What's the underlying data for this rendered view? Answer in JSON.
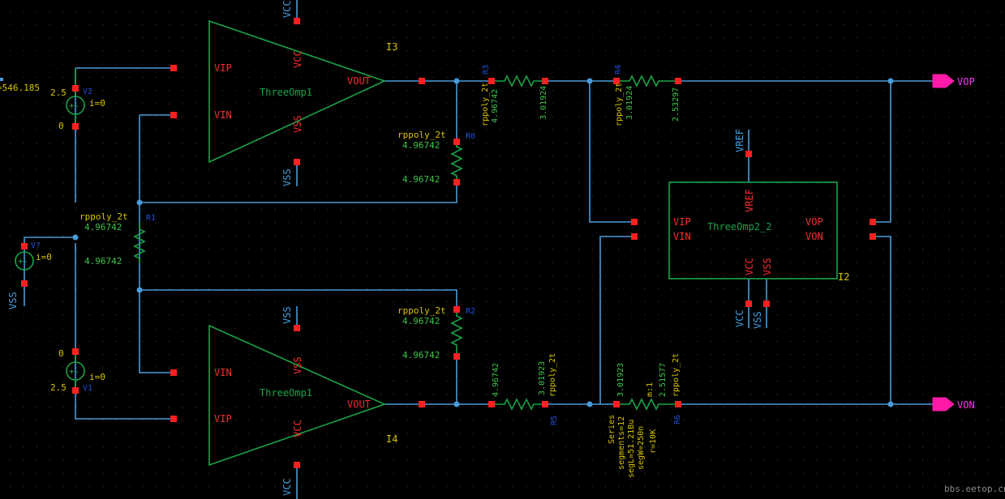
{
  "colors": {
    "background": "#000000",
    "grid_dot": "#3a3a3a",
    "wire": "#4a9bd8",
    "component": "#1aa348",
    "pin": "#ff2020",
    "pin_label": "#ff2a2a",
    "instance": "#d8c400",
    "param": "#3ec44a",
    "inst_name": "#2050d8",
    "net_label": "#46a0e0",
    "port": "#ff1aa8",
    "port_label": "#ff30ff",
    "watermark": "#8a8a8a"
  },
  "opamp_top": {
    "cell": "ThreeOmp1",
    "pin_vip": "VIP",
    "pin_vin": "VIN",
    "pin_vcc": "VCC",
    "pin_vss": "VSS",
    "pin_vout": "VOUT",
    "inst": "I3",
    "top_net": "VCC",
    "bottom_net": "VSS"
  },
  "opamp_bot": {
    "cell": "ThreeOmp1",
    "pin_vin": "VIN",
    "pin_vip": "VIP",
    "pin_vss": "VSS",
    "pin_vcc": "VCC",
    "pin_vout": "VOUT",
    "inst": "I4",
    "top_net": "VSS",
    "bottom_net": "VCC"
  },
  "opamp_diff": {
    "cell": "ThreeOmp2_2",
    "pin_vip": "VIP",
    "pin_vin": "VIN",
    "pin_vop": "VOP",
    "pin_von": "VON",
    "pin_vref": "VREF",
    "pin_vcc": "VCC",
    "pin_vss": "VSS",
    "inst": "I2",
    "net_vref": "VREF",
    "net_vcc": "VCC",
    "net_vss": "VSS"
  },
  "r0": {
    "name": "R0",
    "model": "rppoly_2t",
    "p1": "4.96742",
    "p2": "4.96742"
  },
  "r1": {
    "name": "R1",
    "model": "rppoly_2t",
    "p1": "4.96742",
    "p2": "4.96742"
  },
  "r2": {
    "name": "R2",
    "model": "rppoly_2t",
    "p1": "4.96742",
    "p2": "4.96742"
  },
  "r3": {
    "name": "R3",
    "model": "rppoly_2t",
    "p1": "4.96742",
    "p2": "3.01924"
  },
  "r4": {
    "name": "R4",
    "model": "rppoly_2t",
    "p1": "3.01924",
    "p2": "2.53297"
  },
  "r5": {
    "name": "R5",
    "model": "rppoly_2t",
    "p1": "4.96742",
    "p2": "3.01923"
  },
  "r6": {
    "name": "R6",
    "model": "rppoly_2t",
    "p1": "3.01923",
    "p2": "2.51577",
    "m": "m:1",
    "props": [
      "Series",
      "segments=12",
      "segL=51.21Bu",
      "segW=250n",
      "r=10K"
    ]
  },
  "v2": {
    "name": "V2",
    "pre": "=546.185",
    "volt": "2.5",
    "cur": "i=0",
    "zero": "0"
  },
  "v1": {
    "name": "V1",
    "volt": "2.5",
    "cur": "i=0",
    "zero": "0"
  },
  "vx": {
    "name": "V?",
    "cur": "i=0",
    "net": "VSS"
  },
  "ports": {
    "vop": "VOP",
    "von": "VON"
  },
  "watermark": "bbs.eetop.cn"
}
